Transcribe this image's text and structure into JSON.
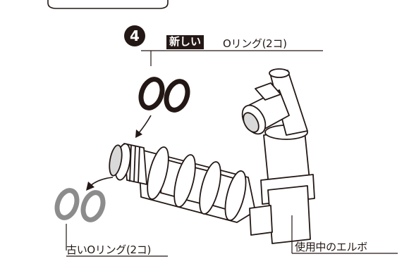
{
  "step": {
    "number": "4"
  },
  "labels": {
    "new_tag": "新しい",
    "new_text": "Oリング(2コ)",
    "old_text": "古いOリング(2コ)",
    "elbow_text": "使用中のエルボ"
  },
  "colors": {
    "ink": "#231815",
    "new_ring": "#231815",
    "old_ring": "#8c8c8c",
    "part_fill": "#ffffff",
    "shade": "#d9d9d9"
  },
  "icons": {
    "step_badge": "circled-number",
    "arrow": "curved-arrow"
  }
}
